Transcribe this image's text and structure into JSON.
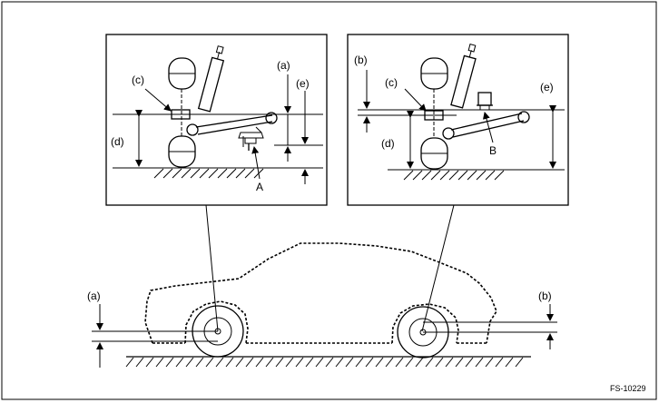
{
  "labels": {
    "a": "(a)",
    "b": "(b)",
    "c": "(c)",
    "d": "(d)",
    "e": "(e)",
    "part_a": "A",
    "part_b": "B"
  },
  "figure_code": "FS-10229"
}
